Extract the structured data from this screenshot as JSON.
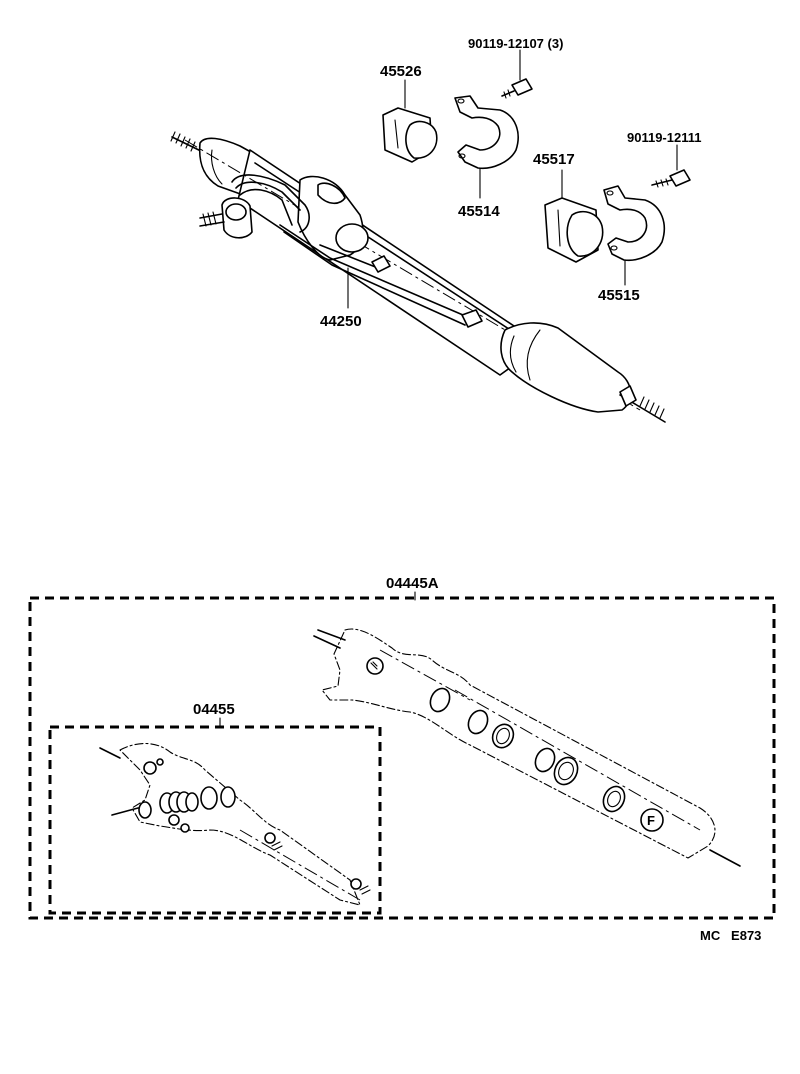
{
  "labels": {
    "bolt_1": "90119-12107 (3)",
    "bolt_2": "90119-12111",
    "bushing_1": "45526",
    "bracket_1": "45514",
    "bushing_2": "45517",
    "bracket_2": "45515",
    "tube": "44250",
    "gasket_kit": "04445A",
    "seal_kit": "04455",
    "ref_code": "MC   E873"
  }
}
